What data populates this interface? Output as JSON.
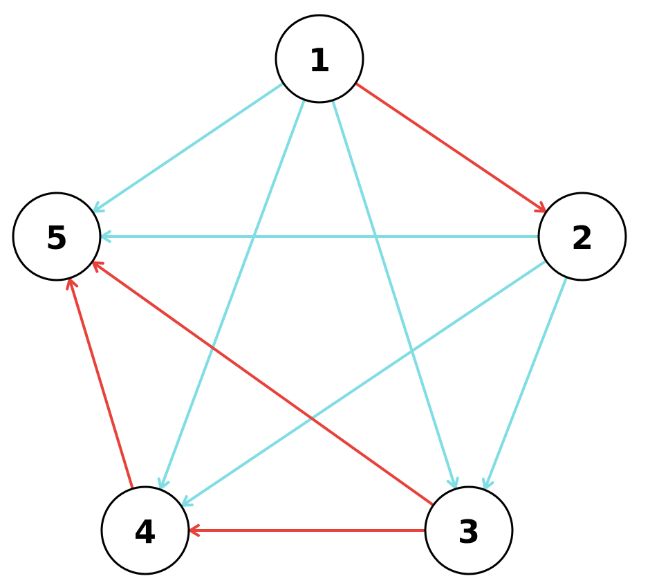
{
  "colors": {
    "highlight": "#e8413a",
    "normal": "#7fdde3"
  },
  "nodes": [
    {
      "id": "1",
      "label": "1"
    },
    {
      "id": "2",
      "label": "2"
    },
    {
      "id": "3",
      "label": "3"
    },
    {
      "id": "4",
      "label": "4"
    },
    {
      "id": "5",
      "label": "5"
    }
  ],
  "edges": [
    {
      "from": "1",
      "to": "2",
      "kind": "highlight"
    },
    {
      "from": "1",
      "to": "5",
      "kind": "normal"
    },
    {
      "from": "1",
      "to": "4",
      "kind": "normal"
    },
    {
      "from": "1",
      "to": "3",
      "kind": "normal"
    },
    {
      "from": "2",
      "to": "5",
      "kind": "normal"
    },
    {
      "from": "2",
      "to": "4",
      "kind": "normal"
    },
    {
      "from": "2",
      "to": "3",
      "kind": "normal"
    },
    {
      "from": "3",
      "to": "5",
      "kind": "highlight"
    },
    {
      "from": "3",
      "to": "4",
      "kind": "highlight"
    },
    {
      "from": "4",
      "to": "5",
      "kind": "highlight"
    }
  ]
}
